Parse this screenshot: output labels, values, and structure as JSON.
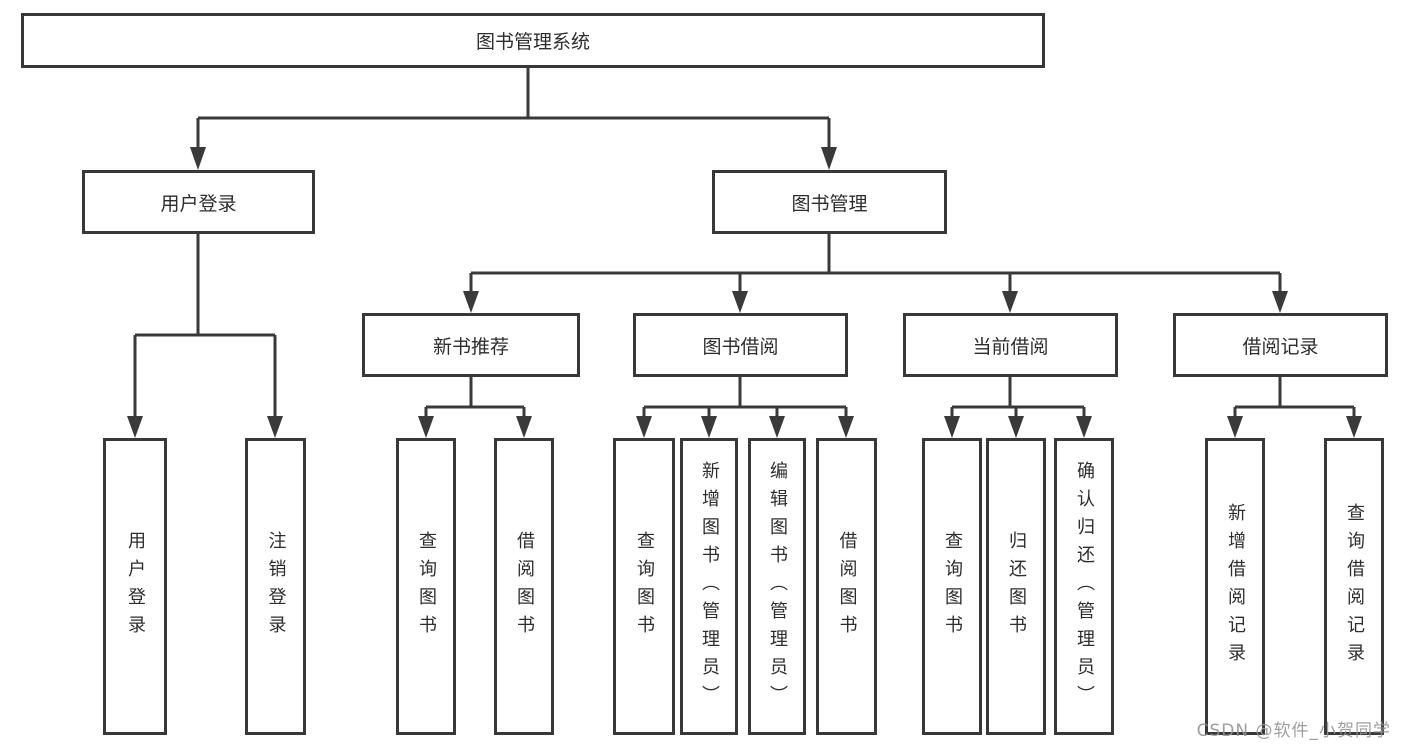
{
  "diagram": {
    "root": {
      "label": "图书管理系统"
    },
    "level2": [
      {
        "label": "用户登录"
      },
      {
        "label": "图书管理"
      }
    ],
    "level3": [
      {
        "label": "新书推荐",
        "parent": "图书管理"
      },
      {
        "label": "图书借阅",
        "parent": "图书管理"
      },
      {
        "label": "当前借阅",
        "parent": "图书管理"
      },
      {
        "label": "借阅记录",
        "parent": "图书管理"
      }
    ],
    "leaves": [
      {
        "label": "用户登录",
        "parent": "用户登录"
      },
      {
        "label": "注销登录",
        "parent": "用户登录"
      },
      {
        "label": "查询图书",
        "parent": "新书推荐"
      },
      {
        "label": "借阅图书",
        "parent": "新书推荐"
      },
      {
        "label": "查询图书",
        "parent": "图书借阅"
      },
      {
        "label": "新增图书（管理员）",
        "parent": "图书借阅"
      },
      {
        "label": "编辑图书（管理员）",
        "parent": "图书借阅"
      },
      {
        "label": "借阅图书",
        "parent": "图书借阅"
      },
      {
        "label": "查询图书",
        "parent": "当前借阅"
      },
      {
        "label": "归还图书",
        "parent": "当前借阅"
      },
      {
        "label": "确认归还（管理员）",
        "parent": "当前借阅"
      },
      {
        "label": "新增借阅记录",
        "parent": "借阅记录"
      },
      {
        "label": "查询借阅记录",
        "parent": "借阅记录"
      }
    ]
  },
  "watermark": {
    "text": "CSDN @软件_小贺同学"
  },
  "colors": {
    "line": "#3a3a3a",
    "box_border": "#383838",
    "text": "#2d2d2d",
    "watermark": "#949494",
    "background": "#ffffff"
  }
}
